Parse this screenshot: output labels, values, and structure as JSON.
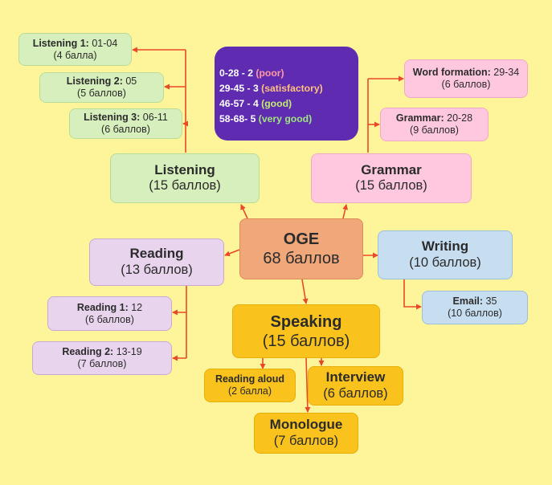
{
  "legend": {
    "rows": [
      {
        "range": "0-28 - 2",
        "grade": "(poor)",
        "color": "#ff9aa0"
      },
      {
        "range": "29-45 - 3",
        "grade": "(satisfactory)",
        "color": "#ffc07e"
      },
      {
        "range": "46-57 - 4",
        "grade": "(good)",
        "color": "#c3ec72"
      },
      {
        "range": "58-68- 5",
        "grade": "(very good)",
        "color": "#9fe67e"
      }
    ],
    "background": "#5e2bb1"
  },
  "center": {
    "title": "OGE",
    "subtitle": "68 баллов",
    "color": "#f0a77a"
  },
  "sections": {
    "listening": {
      "title": "Listening",
      "subtitle": "(15 баллов)",
      "color": "#d6efbc"
    },
    "grammar": {
      "title": "Grammar",
      "subtitle": "(15 баллов)",
      "color": "#ffc8df"
    },
    "reading": {
      "title": "Reading",
      "subtitle": "(13 баллов)",
      "color": "#e9d4ee"
    },
    "writing": {
      "title": "Writing",
      "subtitle": "(10 баллов)",
      "color": "#c7def1"
    },
    "speaking": {
      "title": "Speaking",
      "subtitle": "(15 баллов)",
      "color": "#f9c21d"
    }
  },
  "subtasks": {
    "listening1": {
      "name": "Listening 1:",
      "range": " 01-04",
      "points": "(4 балла)"
    },
    "listening2": {
      "name": "Listening 2:",
      "range": " 05",
      "points": "(5 баллов)"
    },
    "listening3": {
      "name": "Listening 3:",
      "range": " 06-11",
      "points": "(6 баллов)"
    },
    "word_formation": {
      "name": "Word formation:",
      "range": " 29-34",
      "points": "(6 баллов)"
    },
    "grammar_tasks": {
      "name": "Grammar:",
      "range": " 20-28",
      "points": "(9 баллов)"
    },
    "reading1": {
      "name": "Reading 1:",
      "range": " 12",
      "points": "(6 баллов)"
    },
    "reading2": {
      "name": "Reading 2:",
      "range": " 13-19",
      "points": "(7 баллов)"
    },
    "email": {
      "name": "Email:",
      "range": " 35",
      "points": "(10 баллов)"
    },
    "reading_aloud": {
      "name": "Reading aloud",
      "points": "(2 балла)"
    },
    "interview": {
      "title": "Interview",
      "subtitle": "(6 баллов)"
    },
    "monologue": {
      "title": "Monologue",
      "subtitle": "(7 баллов)"
    }
  },
  "connector_color": "#e8492a"
}
